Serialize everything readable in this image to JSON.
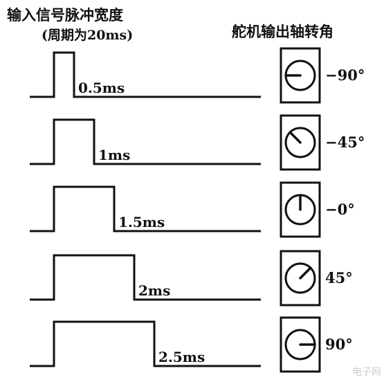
{
  "header": {
    "left_title": "输入信号脉冲宽度",
    "left_subtitle": "(周期为20ms)",
    "right_title": "舵机输出轴转角"
  },
  "rows": [
    {
      "pulse_ms": 0.5,
      "pulse_label": "0.5ms",
      "angle_deg": -90,
      "angle_label": "−90°"
    },
    {
      "pulse_ms": 1.0,
      "pulse_label": "1ms",
      "angle_deg": -45,
      "angle_label": "−45°"
    },
    {
      "pulse_ms": 1.5,
      "pulse_label": "1.5ms",
      "angle_deg": 0,
      "angle_label": "−0°"
    },
    {
      "pulse_ms": 2.0,
      "pulse_label": "2ms",
      "angle_deg": 45,
      "angle_label": "45°"
    },
    {
      "pulse_ms": 2.5,
      "pulse_label": "2.5ms",
      "angle_deg": 90,
      "angle_label": "90°"
    }
  ],
  "watermark": "电子网"
}
